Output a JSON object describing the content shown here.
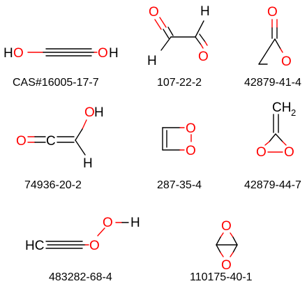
{
  "molecules": [
    {
      "id": "m1",
      "cas": "CAS#16005-17-7"
    },
    {
      "id": "m2",
      "cas": "107-22-2"
    },
    {
      "id": "m3",
      "cas": "42879-41-4"
    },
    {
      "id": "m4",
      "cas": "74936-20-2"
    },
    {
      "id": "m5",
      "cas": "287-35-4"
    },
    {
      "id": "m6",
      "cas": "42879-44-7"
    },
    {
      "id": "m7",
      "cas": "483282-68-4"
    },
    {
      "id": "m8",
      "cas": "110175-40-1"
    }
  ],
  "atoms": {
    "oxygen": "O",
    "hydrogen": "H",
    "carbon": "C",
    "methylene": "CH",
    "methylene_sub": "2",
    "ethynyl_h": "HC"
  },
  "colors": {
    "oxygen": "#ff0000",
    "bond": "#000000",
    "background": "#ffffff"
  }
}
